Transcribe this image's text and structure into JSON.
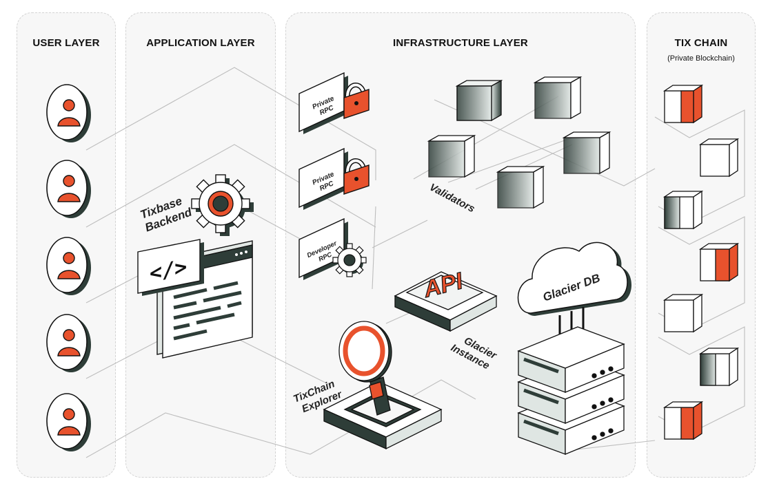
{
  "layers": {
    "user": "USER LAYER",
    "application": "APPLICATION LAYER",
    "infrastructure": "INFRASTRUCTURE LAYER",
    "chain": "TIX CHAIN",
    "chain_sub": "(Private Blockchain)"
  },
  "labels": {
    "backend_1": "Tixbase",
    "backend_2": "Backend",
    "rpc1_a": "Private",
    "rpc1_b": "RPC",
    "rpc2_a": "Private",
    "rpc2_b": "RPC",
    "dev_a": "Developer",
    "dev_b": "RPC",
    "validators": "Validators",
    "api": "API",
    "glacier_1": "Glacier",
    "glacier_2": "Instance",
    "glacier_db": "Glacier DB",
    "explorer_1": "TixChain",
    "explorer_2": "Explorer"
  },
  "colors": {
    "accent": "#e8522d",
    "dark": "#2e3d38",
    "panel": "#f7f7f7",
    "line": "#b9b9b9"
  },
  "icons": {
    "user": "user-icon",
    "lock": "lock-icon",
    "gear": "gear-icon",
    "code": "code-icon",
    "magnifier": "magnifier-icon",
    "cloud": "cloud-icon",
    "server": "server-icon",
    "block": "block-cube-icon"
  }
}
